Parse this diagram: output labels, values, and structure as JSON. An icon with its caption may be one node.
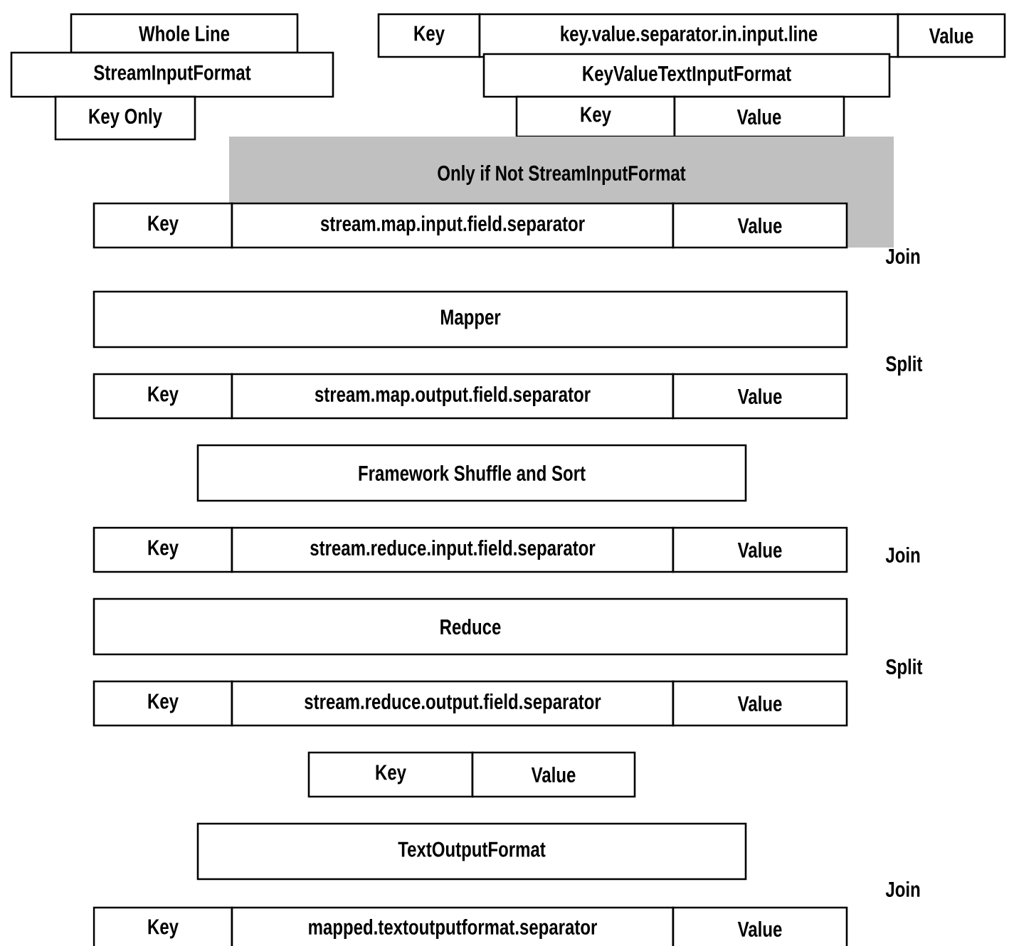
{
  "diagram": {
    "nodes": [
      {
        "text": [
          "Whole Line"
        ]
      },
      {
        "text": [
          "StreamInputFormat"
        ]
      },
      {
        "text": [
          "Key Only"
        ]
      },
      {
        "text": [
          "Key"
        ]
      },
      {
        "text": [
          "key.value.separator.in.input.line"
        ]
      },
      {
        "text": [
          "Value"
        ]
      },
      {
        "text": [
          "KeyValueTextInputFormat"
        ]
      },
      {
        "text": [
          "Key"
        ]
      },
      {
        "text": [
          "Value"
        ]
      },
      {
        "text": [
          "Only if Not StreamInputFormat"
        ]
      },
      {
        "text": [
          "Key"
        ]
      },
      {
        "text": [
          "stream.map.input.field.separator"
        ],
        "in": 9
      },
      {
        "text": [
          "Value"
        ],
        "in": 9
      },
      {
        "text": [
          "Mapper"
        ]
      },
      {
        "text": [
          "Key"
        ]
      },
      {
        "text": [
          "stream.map.output.field.separator"
        ]
      },
      {
        "text": [
          "Value"
        ]
      },
      {
        "text": [
          "Framework Shuffle and Sort"
        ]
      },
      {
        "text": [
          "Key"
        ]
      },
      {
        "text": [
          "stream.reduce.input.field.separator"
        ]
      },
      {
        "text": [
          "Value"
        ]
      },
      {
        "text": [
          "Reduce"
        ]
      },
      {
        "text": [
          "Key"
        ]
      },
      {
        "text": [
          "stream.reduce.output.field.separator"
        ]
      },
      {
        "text": [
          "Value"
        ]
      },
      {
        "text": [
          "Key"
        ]
      },
      {
        "text": [
          "Value"
        ]
      },
      {
        "text": [
          "TextOutputFormat"
        ]
      },
      {
        "text": [
          "Key"
        ]
      },
      {
        "text": [
          "mapped.textoutputformat.separator"
        ]
      },
      {
        "text": [
          "Value"
        ]
      }
    ],
    "labels": [
      "Join",
      "Split",
      "Join",
      "Split",
      "Join"
    ]
  }
}
